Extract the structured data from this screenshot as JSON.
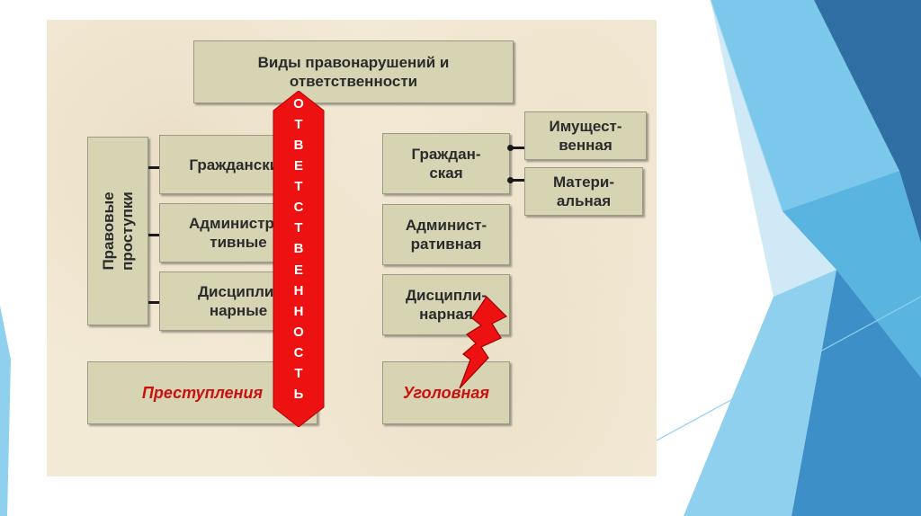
{
  "title": "Виды правонарушений и\nответственности",
  "left_vertical_label": "Правовые\nпроступки",
  "offenses": [
    {
      "label": "Гражданские"
    },
    {
      "label": "Администра-\nтивные"
    },
    {
      "label": "Дисципли-\nнарные"
    }
  ],
  "crimes_label": "Преступления",
  "arrow_word": [
    "О",
    "Т",
    "В",
    "Е",
    "Т",
    "С",
    "Т",
    "В",
    "Е",
    "Н",
    "Н",
    "О",
    "С",
    "Т",
    "Ь"
  ],
  "liability": [
    {
      "label": "Граждан-\nская"
    },
    {
      "label": "Админист-\nративная"
    },
    {
      "label": "Дисципли-\nнарная"
    }
  ],
  "criminal_liability_label": "Уголовная",
  "civil_subtypes": [
    {
      "label": "Имущест-\nвенная"
    },
    {
      "label": "Матери-\nальная"
    }
  ],
  "colors": {
    "box_fill": "#d7d4b4",
    "arrow_red": "#ee1111",
    "criminal_text": "#cc1010",
    "slide_background": "#f3ead6",
    "decor_blue": "#5ab4e0"
  }
}
